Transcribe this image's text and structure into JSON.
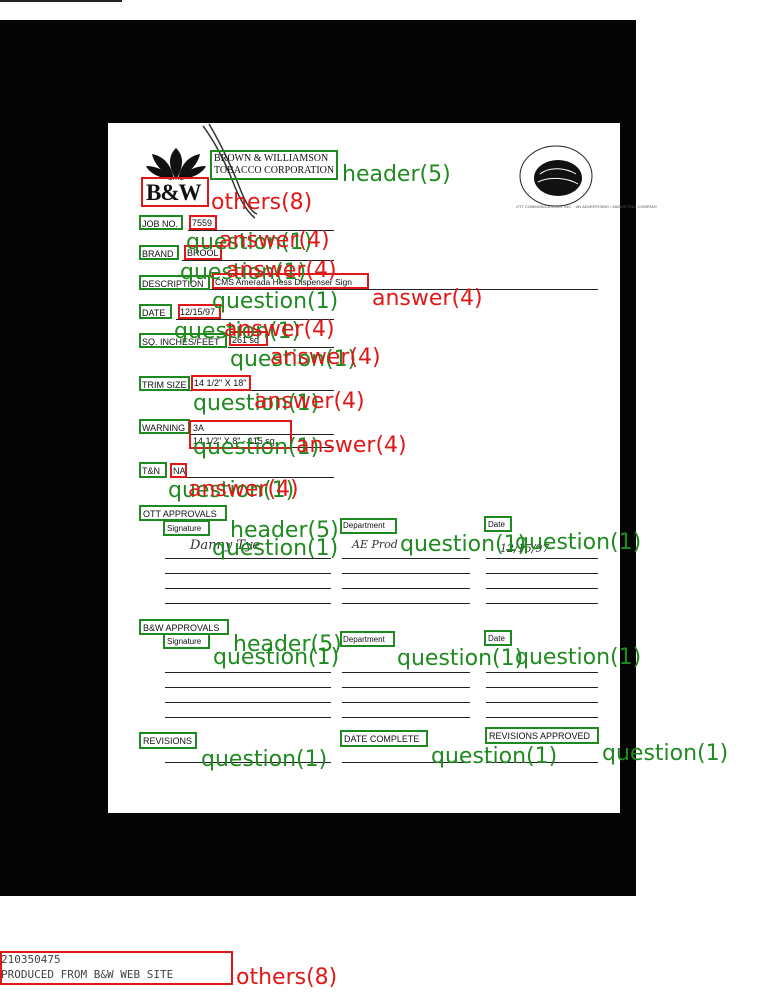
{
  "letterhead": {
    "company_line1": "BROWN & WILLIAMSON",
    "company_line2": "TOBACCO CORPORATION",
    "logo_text": "B&W",
    "seal_text": "OTT COMMUNICATIONS, INC. · AN ADVERTISING / MARKETING COMPANY"
  },
  "fields": {
    "job_no": {
      "label": "JOB NO.",
      "value": "7559"
    },
    "brand": {
      "label": "BRAND",
      "value": "BROOL"
    },
    "description": {
      "label": "DESCRIPTION",
      "value": "CMS Amerada Hess Dispenser Sign"
    },
    "date": {
      "label": "DATE",
      "value": "12/15/97"
    },
    "sq_inches": {
      "label": "SQ. INCHES/FEET",
      "value": "261 sq"
    },
    "trim_size": {
      "label": "TRIM SIZE",
      "value": "14 1/2\" X 18\""
    },
    "warning": {
      "label": "WARNING",
      "value1": "3A",
      "value2": "14 1/2\" X 8\" - 115 sq."
    },
    "tn": {
      "label": "T&N",
      "value": "NA"
    }
  },
  "ott_approvals": {
    "title": "OTT APPROVALS",
    "col_signature": "Signature",
    "col_department": "Department",
    "col_date": "Date",
    "row1": {
      "signature": "Danny Tye",
      "department": "AE  Prod",
      "date": "12/15/97"
    }
  },
  "bw_approvals": {
    "title": "B&W APPROVALS",
    "col_signature": "Signature",
    "col_department": "Department",
    "col_date": "Date"
  },
  "footer_fields": {
    "revisions": "REVISIONS",
    "date_complete": "DATE COMPLETE",
    "revisions_approved": "REVISIONS APPROVED"
  },
  "bates": {
    "number": "210350475",
    "source": "PRODUCED FROM B&W WEB SITE"
  },
  "annotation_labels": {
    "header": "header(5)",
    "question": "question(1)",
    "answer": "answer(4)",
    "others": "others(8)"
  },
  "colors": {
    "question_box": "#1f8a1f",
    "answer_box": "#e01818",
    "scan_dark": "#050505"
  }
}
